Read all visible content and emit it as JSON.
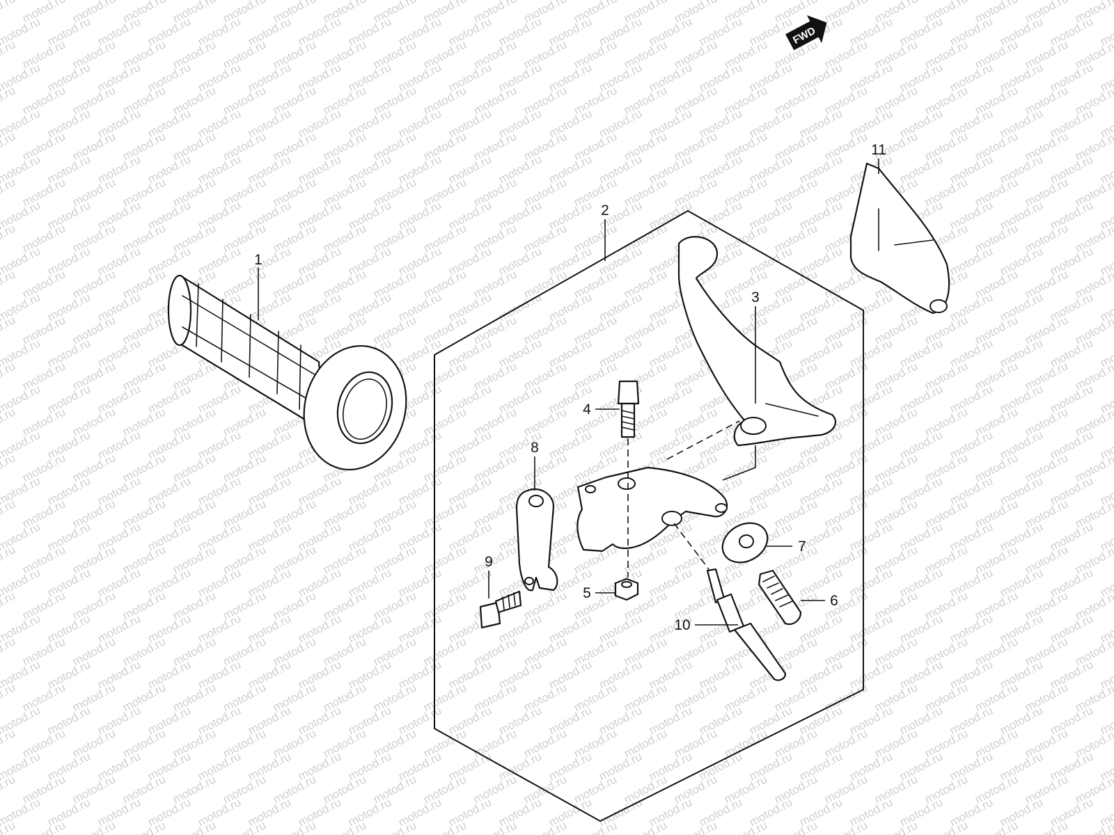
{
  "watermark": {
    "text": "motod.ru"
  },
  "fwd_badge": {
    "label": "FWD"
  },
  "callouts": [
    {
      "id": "1",
      "label": "1"
    },
    {
      "id": "2",
      "label": "2"
    },
    {
      "id": "3",
      "label": "3"
    },
    {
      "id": "4",
      "label": "4"
    },
    {
      "id": "5",
      "label": "5"
    },
    {
      "id": "6",
      "label": "6"
    },
    {
      "id": "7",
      "label": "7"
    },
    {
      "id": "8",
      "label": "8"
    },
    {
      "id": "9",
      "label": "9"
    },
    {
      "id": "10",
      "label": "10"
    },
    {
      "id": "11",
      "label": "11"
    }
  ]
}
